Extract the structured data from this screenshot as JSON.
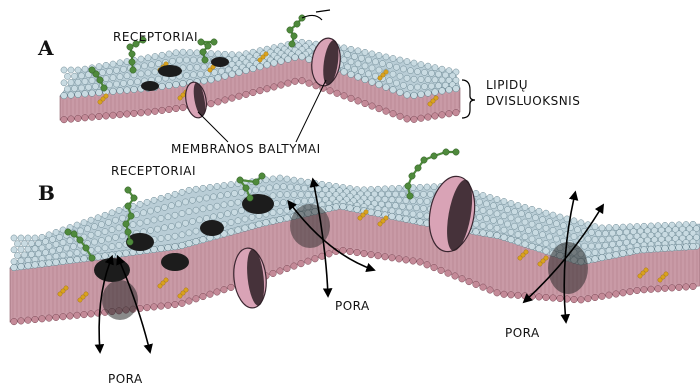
{
  "panel_a": {
    "letter": "A",
    "receptors_label": "RECEPTORIAI",
    "bilayer_label_line1": "LIPIDŲ",
    "bilayer_label_line2": "DVISLUOKSNIS",
    "proteins_label": "MEMBRANOS BALTYMAI"
  },
  "panel_b": {
    "letter": "B",
    "receptors_label": "RECEPTORIAI",
    "pore_label_center": "PORA",
    "pore_label_right": "PORA",
    "pore_label_left": "PORA"
  },
  "colors": {
    "head_top": "#c9dbe2",
    "head_bottom": "#c48a98",
    "core": "#c99aa6",
    "protein": "#d9a3b6",
    "receptor_chain": "#4f8a3c",
    "receptor_dark": "#1c1c1c",
    "cholesterol": "#d9a21e"
  }
}
